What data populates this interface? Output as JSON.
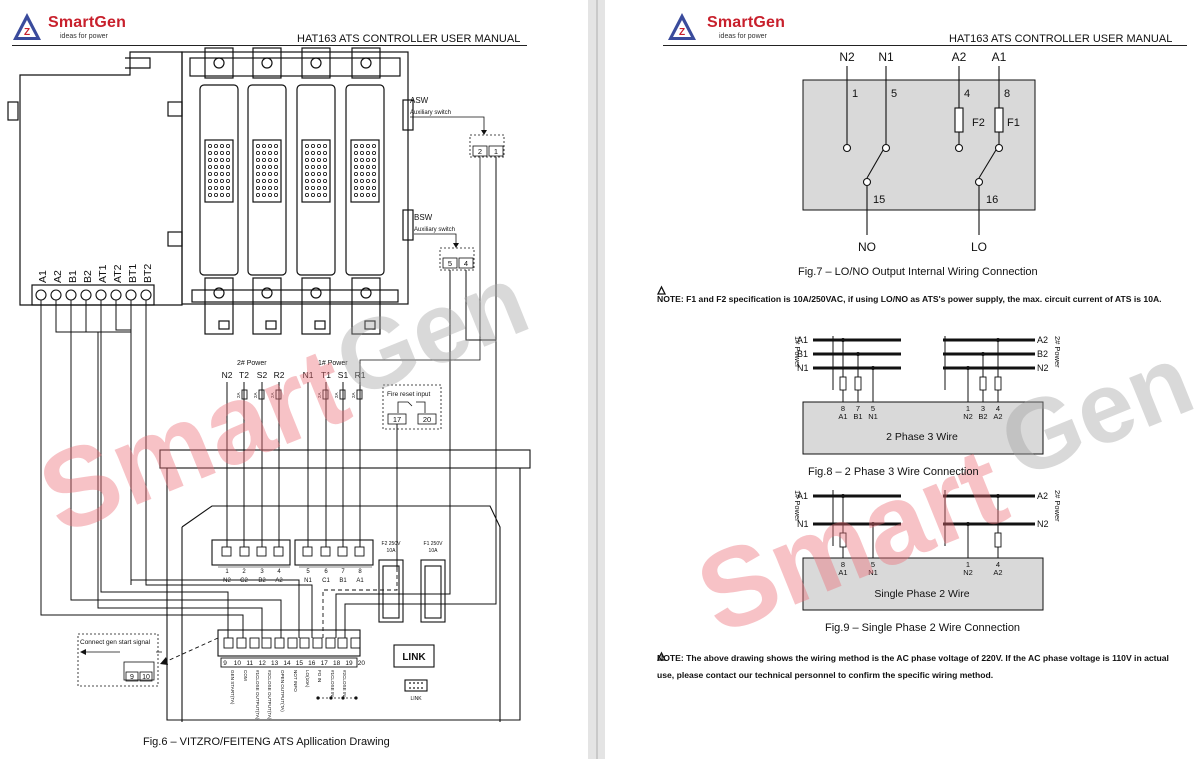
{
  "brand": {
    "name": "SmartGen",
    "tagline": "ideas for power"
  },
  "manual_title": "HAT163 ATS CONTROLLER USER MANUAL",
  "watermark": {
    "part1": "Smart",
    "part2": "Gen"
  },
  "left": {
    "caption": "Fig.6 – VITZRO/FEITENG ATS Apllication Drawing",
    "asw": "ASW",
    "asw_sub": "Auxiliary switch",
    "bsw": "BSW",
    "bsw_sub": "Auxiliary switch",
    "asw_terms": [
      "2",
      "1"
    ],
    "bsw_terms": [
      "5",
      "4"
    ],
    "switch_terms": [
      "A1",
      "A2",
      "B1",
      "B2",
      "AT1",
      "AT2",
      "BT1",
      "BT2"
    ],
    "power2": "2# Power",
    "power1": "1# Power",
    "power2_phases": [
      "N2",
      "T2",
      "S2",
      "R2"
    ],
    "power1_phases": [
      "N1",
      "T1",
      "S1",
      "R1"
    ],
    "fuse": "2A",
    "fire_reset": "Fire reset input",
    "fire_terms": [
      "17",
      "20"
    ],
    "conn2_nums": [
      "1",
      "2",
      "3",
      "4"
    ],
    "conn2_labels": [
      "N2",
      "C2",
      "B2",
      "A2"
    ],
    "conn1_nums": [
      "5",
      "6",
      "7",
      "8"
    ],
    "conn1_labels": [
      "N1",
      "C1",
      "B1",
      "A1"
    ],
    "fuse_f2": "F2 250V",
    "fuse_f1": "F1 250V",
    "fuse_amp": "10A",
    "bottom_nums": [
      "9",
      "10",
      "11",
      "12",
      "13",
      "14",
      "15",
      "16",
      "17",
      "18",
      "19",
      "20"
    ],
    "bottom_labels": [
      "GEN START(TA)",
      "COM",
      "#1CLOSE OUTPUT(TA)",
      "#2CLOSE OUTPUT(TA)",
      "OPEN OUTPUT(TA)",
      "NOT INFO",
      "LO(10A)",
      "FO IN",
      "#1CLOSE IN",
      "#2CLOSE IN"
    ],
    "gen_start": "Connect gen start signal",
    "gen_terms": [
      "9",
      "10"
    ],
    "link": "LINK"
  },
  "right": {
    "fig7_top": [
      "N2",
      "N1",
      "A2",
      "A1"
    ],
    "fig7_nums": [
      "1",
      "5",
      "4",
      "8"
    ],
    "fig7_fuses": [
      "F2",
      "F1"
    ],
    "fig7_inner": [
      "15",
      "16"
    ],
    "fig7_bottom": [
      "NO",
      "LO"
    ],
    "fig7_caption": "Fig.7 – LO/NO Output Internal Wiring Connection",
    "note1": "NOTE: F1 and F2 specification is 10A/250VAC, if using LO/NO as ATS's power supply, the max. circuit current of ATS is 10A.",
    "fig8_left": [
      "A1",
      "B1",
      "N1"
    ],
    "fig8_right": [
      "A2",
      "B2",
      "N2"
    ],
    "power1": "1# Power",
    "power2": "2# Power",
    "fig8_nums": [
      "8",
      "7",
      "5",
      "1",
      "3",
      "4"
    ],
    "fig8_labels": [
      "A1",
      "B1",
      "N1",
      "N2",
      "B2",
      "A2"
    ],
    "fig8_box": "2 Phase 3 Wire",
    "fig8_caption": "Fig.8 – 2 Phase 3 Wire Connection",
    "fig9_left": [
      "A1",
      "N1"
    ],
    "fig9_right": [
      "A2",
      "N2"
    ],
    "fig9_nums": [
      "8",
      "5",
      "1",
      "4"
    ],
    "fig9_labels": [
      "A1",
      "N1",
      "N2",
      "A2"
    ],
    "fig9_box": "Single Phase 2 Wire",
    "fig9_caption": "Fig.9 – Single Phase 2 Wire Connection",
    "note2": "NOTE: The above drawing shows the wiring method is the AC phase voltage of 220V. If the AC phase voltage is 110V in actual use, please contact our technical personnel to confirm the specific wiring method."
  },
  "colors": {
    "brand_red": "#c8202c",
    "watermark_red": "#ec6e76",
    "watermark_gray": "#a0a0a0",
    "panel_gray": "#d9d9d9"
  }
}
